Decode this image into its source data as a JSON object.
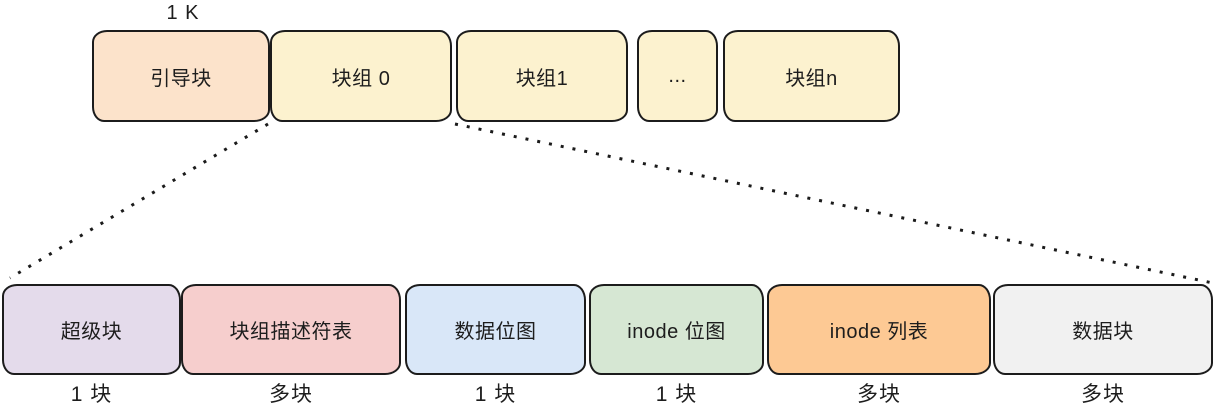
{
  "diagram": {
    "description_labels": {
      "block_size_label": "1 K"
    },
    "top_row": [
      {
        "label": "引导块",
        "color": "#fce3cb"
      },
      {
        "label": "块组 0",
        "color": "#fcf2cf"
      },
      {
        "label": "块组1",
        "color": "#fcf2cf"
      },
      {
        "label": "...",
        "color": "#fcf2cf"
      },
      {
        "label": "块组n",
        "color": "#fcf2cf"
      }
    ],
    "bottom_row": [
      {
        "label": "超级块",
        "caption": "1 块",
        "color": "#e4dbeb"
      },
      {
        "label": "块组描述符表",
        "caption": "多块",
        "color": "#f6cecd"
      },
      {
        "label": "数据位图",
        "caption": "1 块",
        "color": "#d9e7f8"
      },
      {
        "label": "inode 位图",
        "caption": "1 块",
        "color": "#d6e7d3"
      },
      {
        "label": "inode 列表",
        "caption": "多块",
        "color": "#fdc994"
      },
      {
        "label": "数据块",
        "caption": "多块",
        "color": "#f1f1f1"
      }
    ],
    "line_color": "#1b1b1b"
  }
}
